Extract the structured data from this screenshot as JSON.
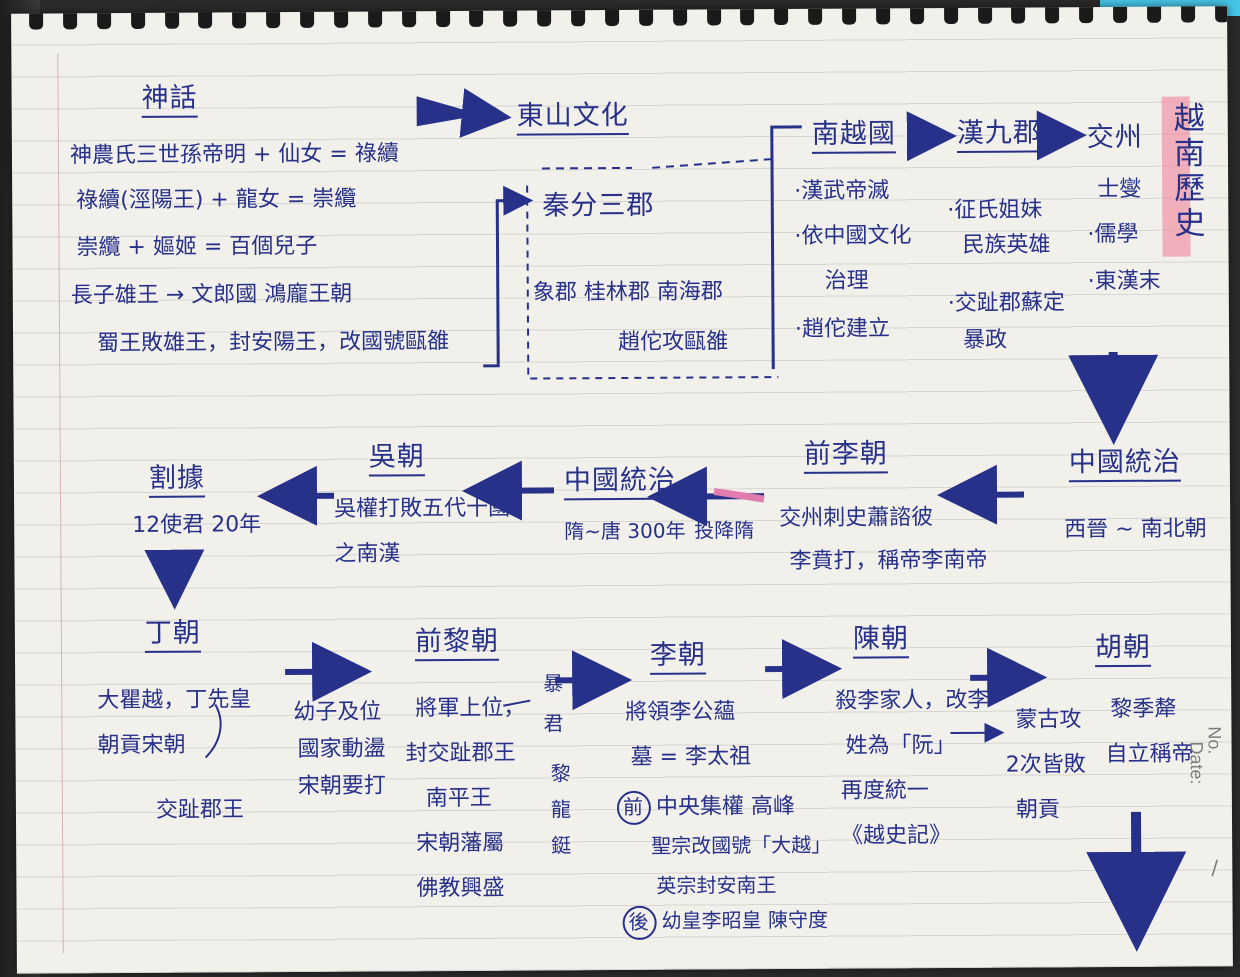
{
  "notes": {
    "top_left_section": {
      "title": "神話",
      "lines": [
        "神農氏三世孫帝明 + 仙女 = 祿續",
        "祿續(涇陽王) + 龍女 = 崇纜",
        "崇纜 + 嫗姬 = 百個兒子",
        "長子雄王 → 文郎國 鴻龐王朝",
        "蜀王敗雄王，封安陽王，改國號甌雒"
      ]
    },
    "dongson": {
      "title": "東山文化"
    },
    "qin": {
      "title": "秦分三郡",
      "commanderies": "象郡 桂林郡 南海郡",
      "note": "趙佗攻甌雒"
    },
    "nanyue": {
      "title": "南越國",
      "items": [
        "·漢武帝滅",
        "·依中國文化",
        "治理",
        "·趙佗建立"
      ]
    },
    "han_nine": {
      "title": "漢九郡",
      "items": [
        "·征氏姐妹",
        "民族英雄",
        "·交趾郡蘇定",
        "暴政"
      ]
    },
    "jiaozhou": {
      "title": "交州",
      "items": [
        "士燮",
        "·儒學",
        "·東漢末"
      ]
    },
    "side_title": "越南歷史",
    "china_rule_1": {
      "title": "中國統治",
      "note": "西晉 ~ 南北朝"
    },
    "early_ly": {
      "title": "前李朝",
      "lines": [
        "交州刺史蕭諮彼",
        "李賁打，稱帝李南帝"
      ]
    },
    "china_rule_2": {
      "title": "中國統治",
      "note": "隋~唐 300年",
      "arrow_note": "投降隋"
    },
    "ngo": {
      "title": "吳朝",
      "lines": [
        "吳權打敗五代十國",
        "之南漢"
      ]
    },
    "warlords": {
      "title": "割據",
      "note": "12使君 20年"
    },
    "dinh": {
      "title": "丁朝",
      "lines": [
        "大瞿越，丁先皇",
        "朝貢宋朝"
      ],
      "note": "交趾郡王"
    },
    "transition_1": {
      "lines": [
        "幼子及位",
        "國家動盪",
        "宋朝要打"
      ]
    },
    "early_le": {
      "title": "前黎朝",
      "lines": [
        "將軍上位，",
        "封交趾郡王",
        "南平王",
        "宋朝藩屬",
        "佛教興盛"
      ]
    },
    "transition_2": {
      "lines": [
        "暴",
        "君",
        "黎",
        "龍",
        "鋌"
      ]
    },
    "ly": {
      "title": "李朝",
      "lines": [
        "將領李公蘊",
        "墓 = 李太祖",
        "中央集權 高峰",
        "聖宗改國號「大越」",
        "英宗封安南王",
        "幼皇李昭皇 陳守度"
      ],
      "markers": [
        "前",
        "後"
      ]
    },
    "tran": {
      "title": "陳朝",
      "lines": [
        "殺李家人，改李",
        "姓為「阮」",
        "再度統一",
        "《越史記》"
      ]
    },
    "mongol": {
      "lines": [
        "蒙古攻",
        "2次皆敗",
        "朝貢"
      ]
    },
    "ho": {
      "title": "胡朝",
      "lines": [
        "黎季犛",
        "自立稱帝"
      ]
    }
  },
  "page_print": {
    "no": "No.",
    "date": "Date:",
    "slash": "/"
  },
  "colors": {
    "ink": "#27318a",
    "paper": "#f1f0eb",
    "highlight": "#f08ca0"
  }
}
